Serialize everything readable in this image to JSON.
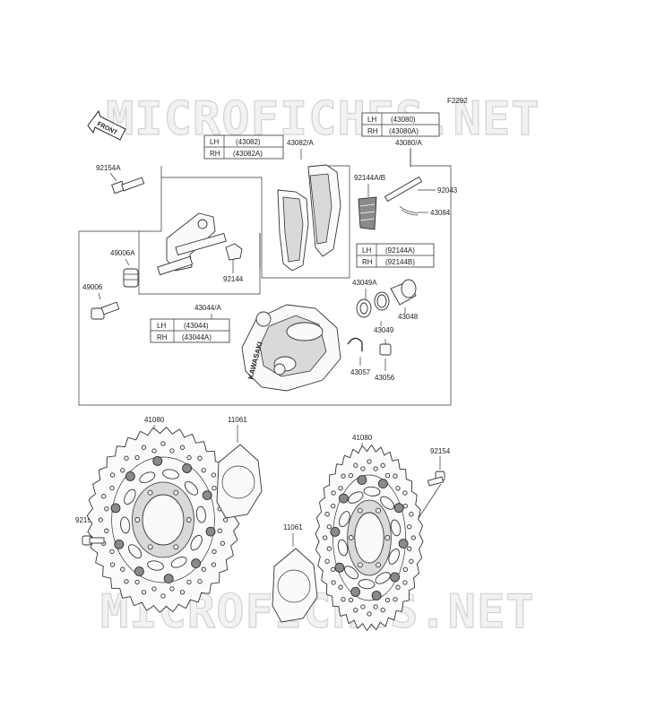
{
  "diagram_code": "F2292",
  "watermark": "MICROFICHES.NET",
  "front_label": "FRONT",
  "parts": {
    "p43082a": "43082/A",
    "p43080a": "43080/A",
    "p92154a": "92154A",
    "p92144ab": "92144A/B",
    "p92043": "92043",
    "p43084": "43084",
    "p49006a": "49006A",
    "p49006": "49006",
    "p92144": "92144",
    "p43044a": "43044/A",
    "p43049a": "43049A",
    "p43049": "43049",
    "p43048": "43048",
    "p43057": "43057",
    "p43056": "43056",
    "p41080_left": "41080",
    "p11061_left": "11061",
    "p41080_right": "41080",
    "p92154_right": "92154",
    "p92154_left": "92154",
    "p11061_right": "11061"
  },
  "tables": {
    "t43080": {
      "rows": [
        {
          "side": "LH",
          "code": "(43080)"
        },
        {
          "side": "RH",
          "code": "(43080A)"
        }
      ]
    },
    "t43082": {
      "rows": [
        {
          "side": "LH",
          "code": "(43082)"
        },
        {
          "side": "RH",
          "code": "(43082A)"
        }
      ]
    },
    "t92144": {
      "rows": [
        {
          "side": "LH",
          "code": "(92144A)"
        },
        {
          "side": "RH",
          "code": "(92144B)"
        }
      ]
    },
    "t43044": {
      "rows": [
        {
          "side": "LH",
          "code": "(43044)"
        },
        {
          "side": "RH",
          "code": "(43044A)"
        }
      ]
    }
  },
  "caliper_text": "KAWASAKI"
}
